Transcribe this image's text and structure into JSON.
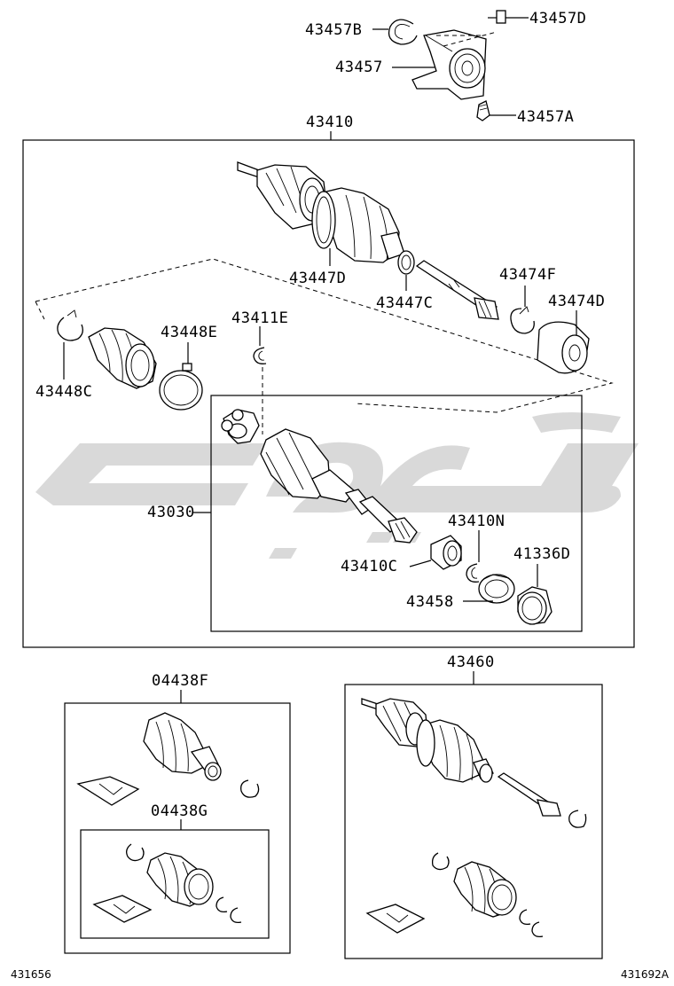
{
  "labels": {
    "p43457B": "43457B",
    "p43457D": "43457D",
    "p43457": "43457",
    "p43457A": "43457A",
    "p43410": "43410",
    "p43447D": "43447D",
    "p43447C": "43447C",
    "p43474F": "43474F",
    "p43474D": "43474D",
    "p43448E": "43448E",
    "p43411E": "43411E",
    "p43448C": "43448C",
    "p43030": "43030",
    "p43410N": "43410N",
    "p43410C": "43410C",
    "p41336D": "41336D",
    "p43458": "43458",
    "p04438F": "04438F",
    "p04438G": "04438G",
    "p43460": "43460"
  },
  "codes": {
    "left": "431656",
    "right": "431692A"
  },
  "colors": {
    "line": "#000000",
    "watermark": "#d9d9d9"
  }
}
